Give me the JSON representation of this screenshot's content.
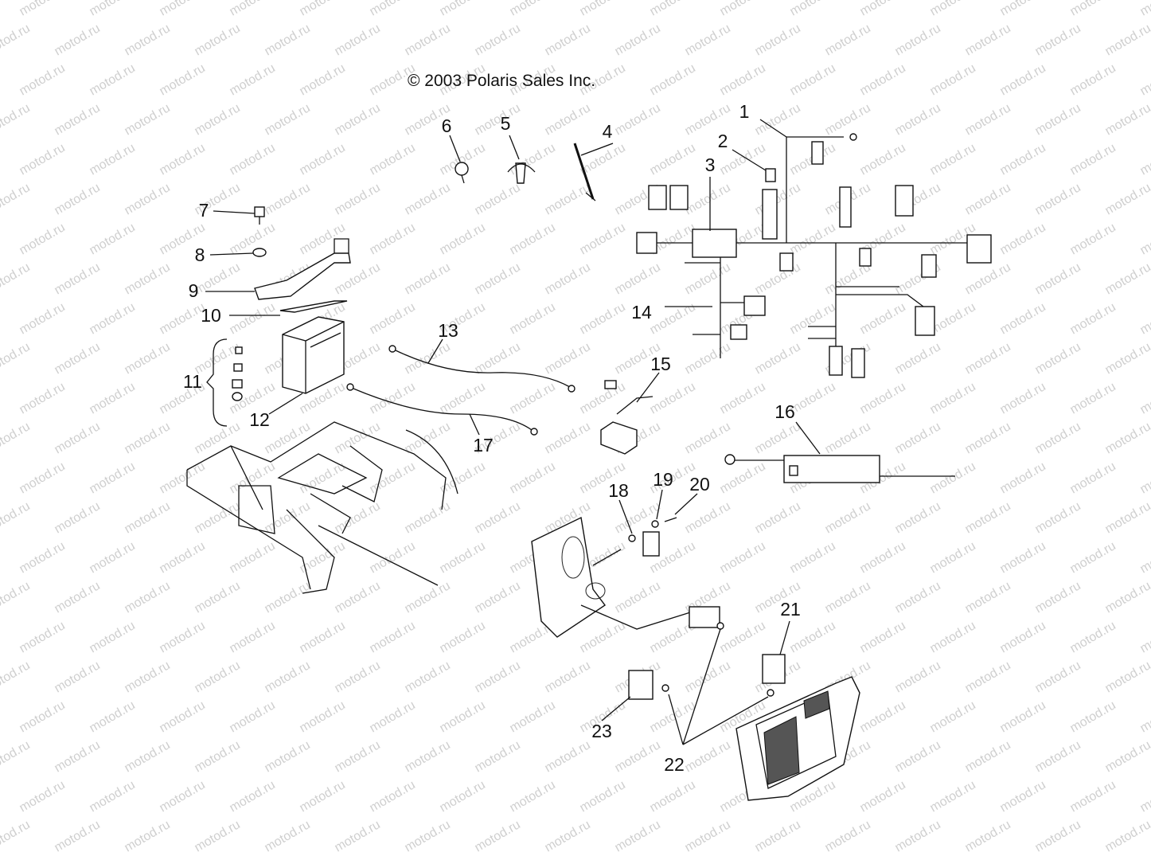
{
  "copyright": "© 2003 Polaris Sales Inc.",
  "watermark": "motod.ru",
  "callouts": [
    "1",
    "2",
    "3",
    "4",
    "5",
    "6",
    "7",
    "8",
    "9",
    "10",
    "11",
    "12",
    "13",
    "14",
    "15",
    "16",
    "17",
    "18",
    "19",
    "20",
    "21",
    "22",
    "23"
  ]
}
